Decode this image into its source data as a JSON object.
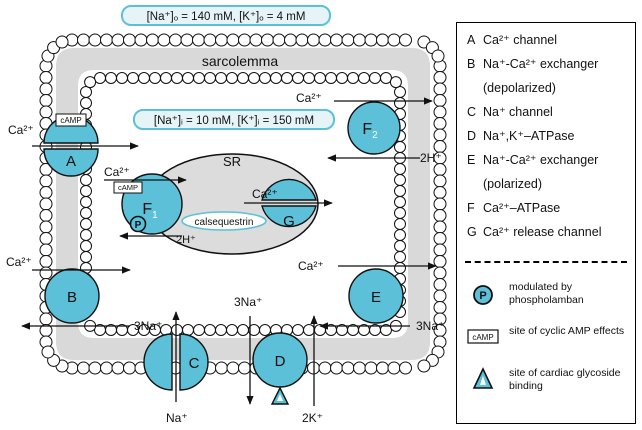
{
  "colors": {
    "cyan": "#5bc0d8",
    "gray": "#d9d9d9",
    "box_bg": "#e6f4f8"
  },
  "outside_conc": "[Na⁺]ₒ = 140 mM,  [K⁺]ₒ = 4 mM",
  "inside_conc": "[Na⁺]ᵢ = 10 mM,  [K⁺]ᵢ = 150 mM",
  "membrane_label": "sarcolemma",
  "sr_label": "SR",
  "calsequestrin": "calsequestrin",
  "cyclic_amp_tag": "cAMP",
  "phospholamban_tag": "P",
  "ions": {
    "ca_a": "Ca²⁺",
    "ca_f2": "Ca²⁺",
    "h_f2": "2H⁺",
    "ca_f1": "Ca²⁺",
    "h_f1": "2H⁺",
    "ca_g": "Ca²⁺",
    "ca_b": "Ca²⁺",
    "na_b": "3Na⁺",
    "ca_e": "Ca²⁺",
    "na_e": "3Na⁺",
    "na_c": "Na⁺",
    "na_d": "3Na⁺",
    "k_d": "2K⁺"
  },
  "legend": {
    "items": [
      {
        "letter": "A",
        "text": "Ca²⁺ channel"
      },
      {
        "letter": "B",
        "text": "Na⁺-Ca²⁺ exchanger"
      },
      {
        "letter": "",
        "text": "(depolarized)"
      },
      {
        "letter": "C",
        "text": "Na⁺ channel"
      },
      {
        "letter": "D",
        "text": "Na⁺,K⁺–ATPase"
      },
      {
        "letter": "E",
        "text": "Na⁺-Ca²⁺ exchanger"
      },
      {
        "letter": "",
        "text": "(polarized)"
      },
      {
        "letter": "F",
        "text": "Ca²⁺–ATPase"
      },
      {
        "letter": "G",
        "text": "Ca²⁺ release channel"
      }
    ],
    "symbols": [
      {
        "text": "modulated by phospholamban"
      },
      {
        "text": "site of cyclic AMP effects"
      },
      {
        "text": "site of cardiac glycoside binding"
      }
    ]
  },
  "labels": {
    "A": "A",
    "B": "B",
    "C": "C",
    "D": "D",
    "E": "E",
    "F1": "F",
    "F1_sub": "1",
    "F2": "F",
    "F2_sub": "2",
    "G": "G"
  }
}
